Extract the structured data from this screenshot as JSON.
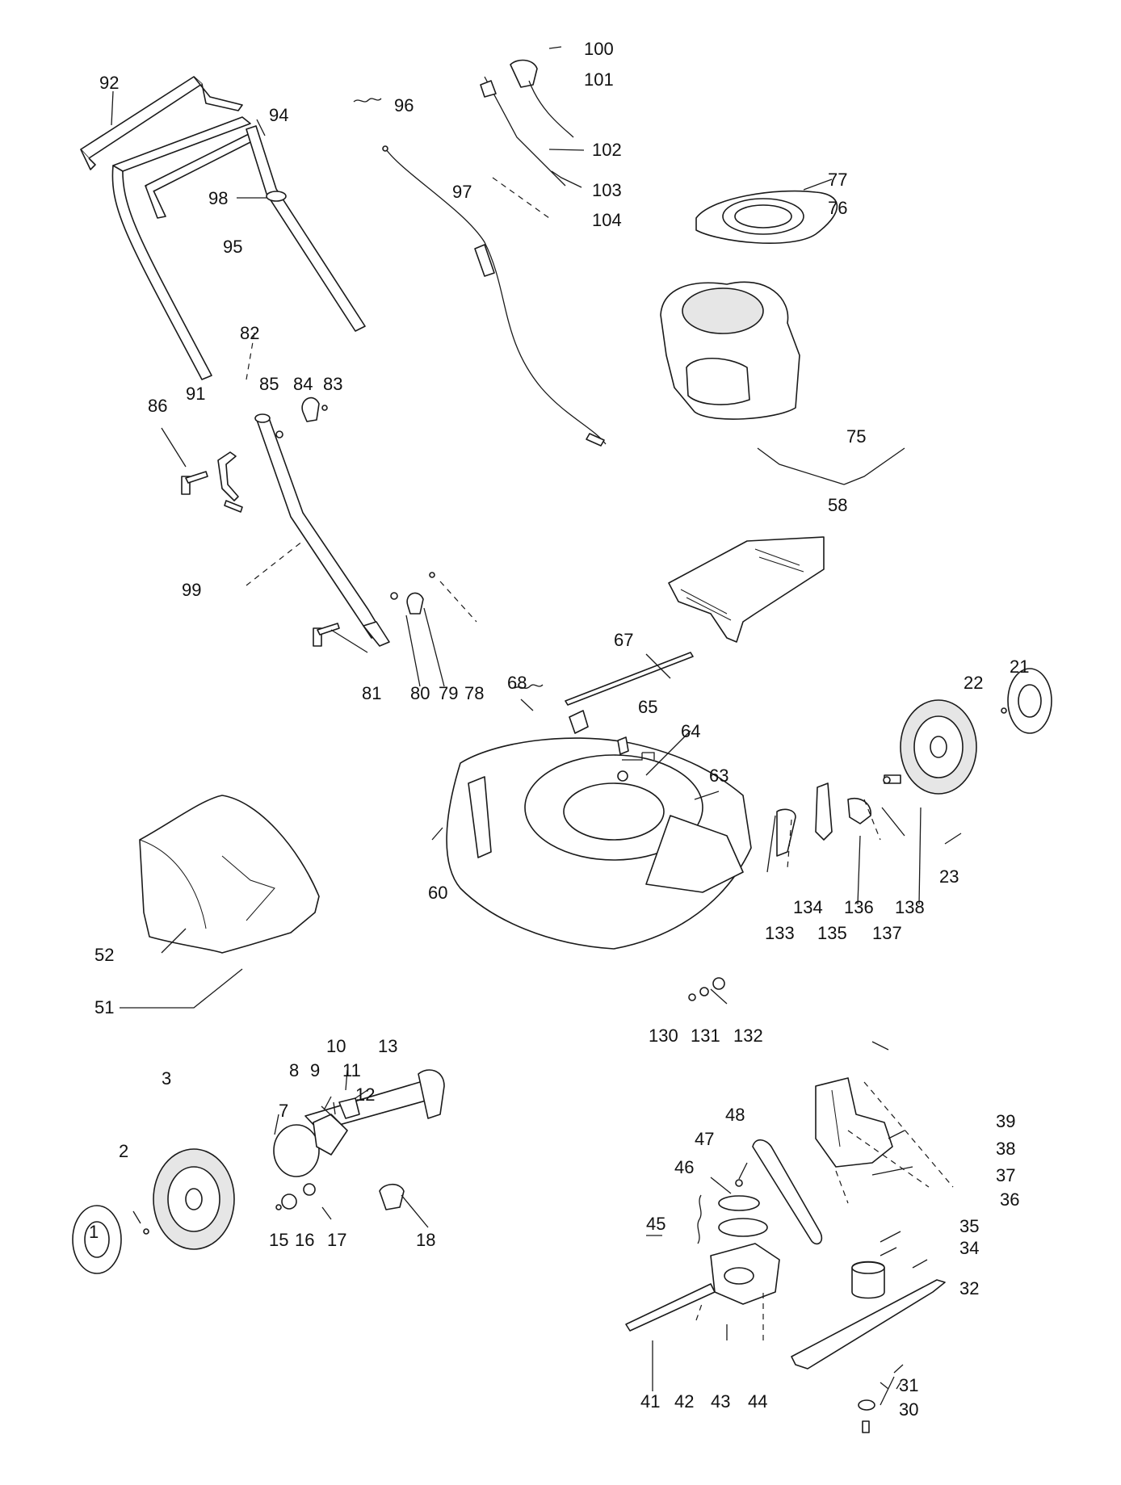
{
  "diagram": {
    "type": "exploded-parts-diagram",
    "callouts": [
      "1",
      "2",
      "3",
      "7",
      "8",
      "9",
      "10",
      "11",
      "12",
      "13",
      "15",
      "16",
      "17",
      "18",
      "21",
      "22",
      "23",
      "30",
      "31",
      "32",
      "34",
      "35",
      "36",
      "37",
      "38",
      "39",
      "41",
      "42",
      "43",
      "44",
      "45",
      "46",
      "47",
      "48",
      "51",
      "52",
      "58",
      "60",
      "63",
      "64",
      "65",
      "67",
      "68",
      "75",
      "76",
      "77",
      "78",
      "79",
      "80",
      "81",
      "82",
      "83",
      "84",
      "85",
      "86",
      "91",
      "92",
      "94",
      "95",
      "96",
      "97",
      "98",
      "99",
      "100",
      "101",
      "102",
      "103",
      "104",
      "130",
      "131",
      "132",
      "133",
      "134",
      "135",
      "136",
      "137",
      "138"
    ]
  }
}
